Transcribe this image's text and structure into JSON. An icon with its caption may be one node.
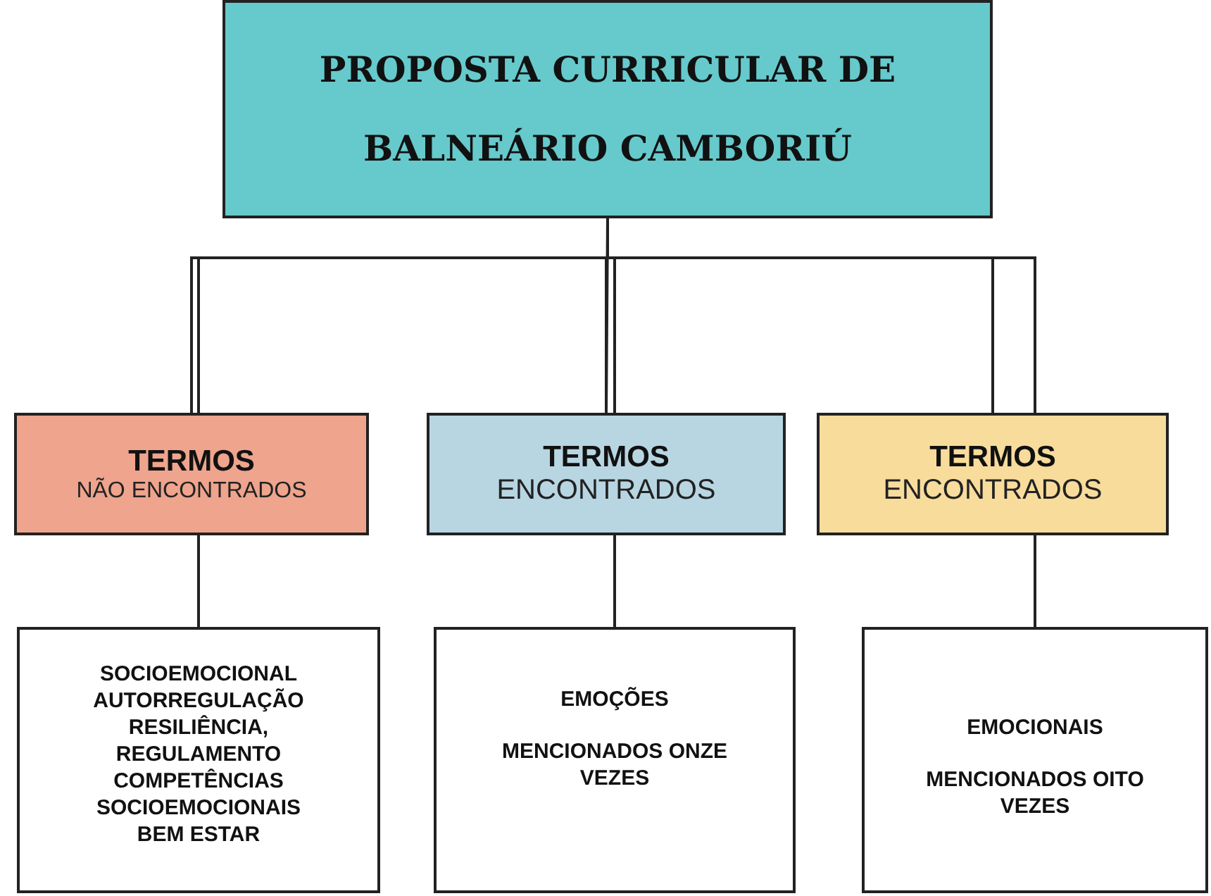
{
  "diagram": {
    "nodes": [
      {
        "text": [
          "PROPOSTA CURRICULAR DE BALNEÁRIO CAMBORIÚ"
        ]
      },
      {
        "text": [
          "TERMOS",
          "NÃO ENCONTRADOS"
        ]
      },
      {
        "text": [
          "TERMOS",
          "ENCONTRADOS"
        ]
      },
      {
        "text": [
          "TERMOS",
          "ENCONTRADOS"
        ]
      },
      {
        "text": [
          "SOCIOEMOCIONAL",
          "AUTORREGULAÇÃO",
          "RESILIÊNCIA,",
          "REGULAMENTO",
          "COMPETÊNCIAS SOCIOEMOCIONAIS",
          "BEM ESTAR"
        ]
      },
      {
        "text": [
          "EMOÇÕES",
          "MENCIONADOS ONZE VEZES"
        ]
      },
      {
        "text": [
          "EMOCIONAIS",
          "MENCIONADOS OITO VEZES"
        ]
      }
    ],
    "edges": [
      {
        "from": 0,
        "to": 1,
        "arrow": "none"
      },
      {
        "from": 0,
        "to": 2,
        "arrow": "none"
      },
      {
        "from": 0,
        "to": 3,
        "arrow": "none"
      },
      {
        "from": 1,
        "to": 4,
        "arrow": "none"
      },
      {
        "from": 2,
        "to": 5,
        "arrow": "none"
      },
      {
        "from": 3,
        "to": 6,
        "arrow": "none"
      }
    ]
  }
}
